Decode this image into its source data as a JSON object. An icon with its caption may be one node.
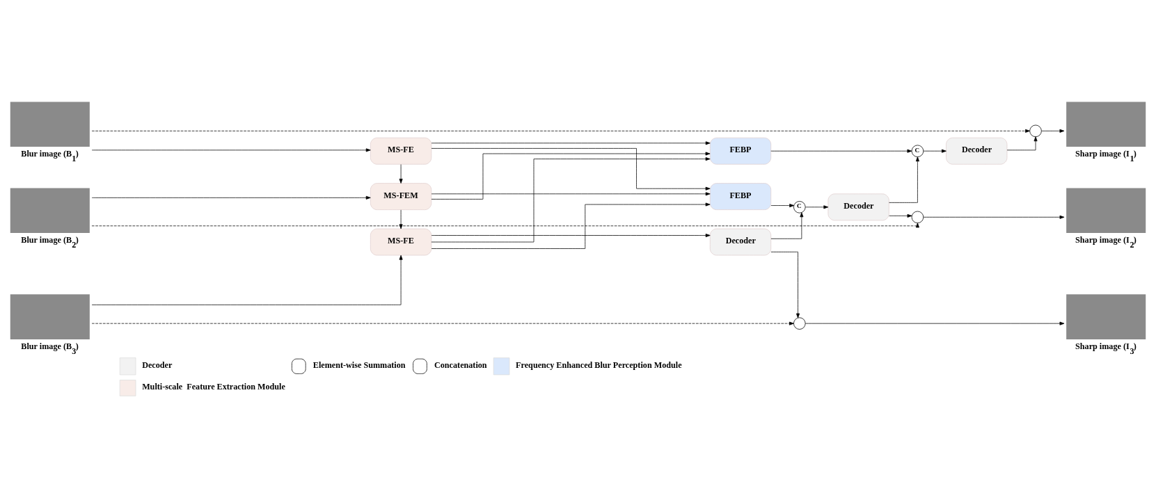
{
  "diagram": {
    "nodes": [
      {
        "text": [
          "Blur image (B$_{1}$)"
        ]
      },
      {
        "text": [
          "Blur image (B$_{2}$)"
        ]
      },
      {
        "text": [
          "Blur image (B$_{3}$)"
        ]
      },
      {
        "text": [
          "MS-FE"
        ]
      },
      {
        "text": [
          "MS-FEM"
        ]
      },
      {
        "text": [
          "MS-FE"
        ]
      },
      {
        "text": [
          "FEBP"
        ]
      },
      {
        "text": [
          "FEBP"
        ]
      },
      {
        "text": [
          "C"
        ]
      },
      {
        "text": [
          "C"
        ]
      },
      {
        "text": [
          "Decoder"
        ]
      },
      {
        "text": [
          "Decoder"
        ]
      },
      {
        "text": [
          "Decoder"
        ]
      },
      {
        "text": [],
        "shape": "circle"
      },
      {
        "text": [],
        "shape": "circle"
      },
      {
        "text": [],
        "shape": "circle"
      },
      {
        "text": [
          "Sharp image (I$_{1}$)"
        ]
      },
      {
        "text": [
          "Sharp image (I$_{2}$)"
        ]
      },
      {
        "text": [
          "Sharp image (I$_{3}$)"
        ]
      }
    ],
    "edges": [
      {
        "from": 0,
        "to": 3,
        "arrow": "to"
      },
      {
        "from": 0,
        "to": 13,
        "arrow": "to",
        "style": "dashed"
      },
      {
        "from": 1,
        "to": 4,
        "arrow": "to"
      },
      {
        "from": 1,
        "to": 14,
        "arrow": "to",
        "style": "dashed"
      },
      {
        "from": 2,
        "to": 5,
        "arrow": "to"
      },
      {
        "from": 2,
        "to": 15,
        "arrow": "to",
        "style": "dashed"
      },
      {
        "from": 3,
        "to": 4,
        "arrow": "to"
      },
      {
        "from": 4,
        "to": 5,
        "arrow": "to"
      },
      {
        "from": 3,
        "to": 6,
        "arrow": "to"
      },
      {
        "from": 4,
        "to": 6,
        "arrow": "to"
      },
      {
        "from": 5,
        "to": 6,
        "arrow": "to"
      },
      {
        "from": 3,
        "to": 7,
        "arrow": "to"
      },
      {
        "from": 4,
        "to": 7,
        "arrow": "to"
      },
      {
        "from": 5,
        "to": 7,
        "arrow": "to"
      },
      {
        "from": 5,
        "to": 12,
        "arrow": "to"
      },
      {
        "from": 6,
        "to": 8,
        "arrow": "to"
      },
      {
        "from": 8,
        "to": 10,
        "arrow": "to"
      },
      {
        "from": 10,
        "to": 13,
        "arrow": "to"
      },
      {
        "from": 13,
        "to": 16,
        "arrow": "to"
      },
      {
        "from": 7,
        "to": 9,
        "arrow": "to"
      },
      {
        "from": 9,
        "to": 11,
        "arrow": "to"
      },
      {
        "from": 11,
        "to": 8,
        "arrow": "to"
      },
      {
        "from": 11,
        "to": 14,
        "arrow": "to"
      },
      {
        "from": 14,
        "to": 17,
        "arrow": "to"
      },
      {
        "from": 12,
        "to": 9,
        "arrow": "to"
      },
      {
        "from": 12,
        "to": 15,
        "arrow": "to"
      },
      {
        "from": 15,
        "to": 18,
        "arrow": "to"
      }
    ],
    "legend": [
      {
        "text": "Decoder",
        "color": "#f2f2f2"
      },
      {
        "text": "Element-wise Summation"
      },
      {
        "text": "Concatenation"
      },
      {
        "text": "Frequency Enhanced Blur Perception Module",
        "color": "#dae8fc"
      },
      {
        "text": "Multi-scale  Feature Extraction Module",
        "color": "#f8ece8"
      }
    ]
  }
}
